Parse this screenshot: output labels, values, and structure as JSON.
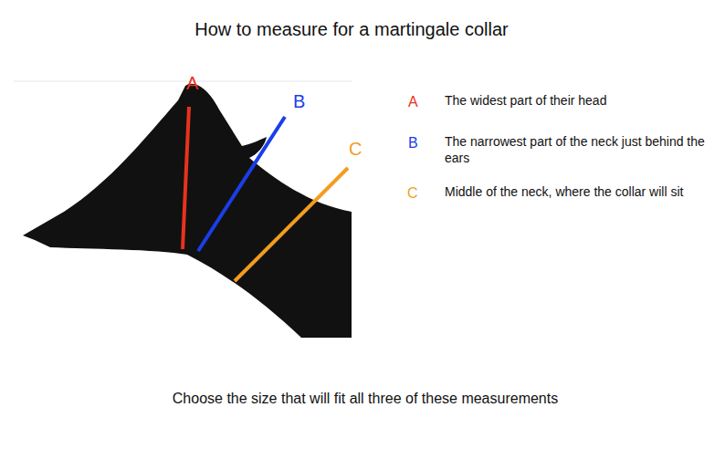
{
  "diagram": {
    "title": "How to measure for a martingale collar",
    "caption": "Choose the size that will fit all three of these measurements",
    "labels": [
      "A",
      "B",
      "C",
      "A",
      "The widest part of their head",
      "B",
      "The narrowest part of the neck just behind the ears",
      "C",
      "Middle of the neck, where the collar will sit"
    ]
  }
}
